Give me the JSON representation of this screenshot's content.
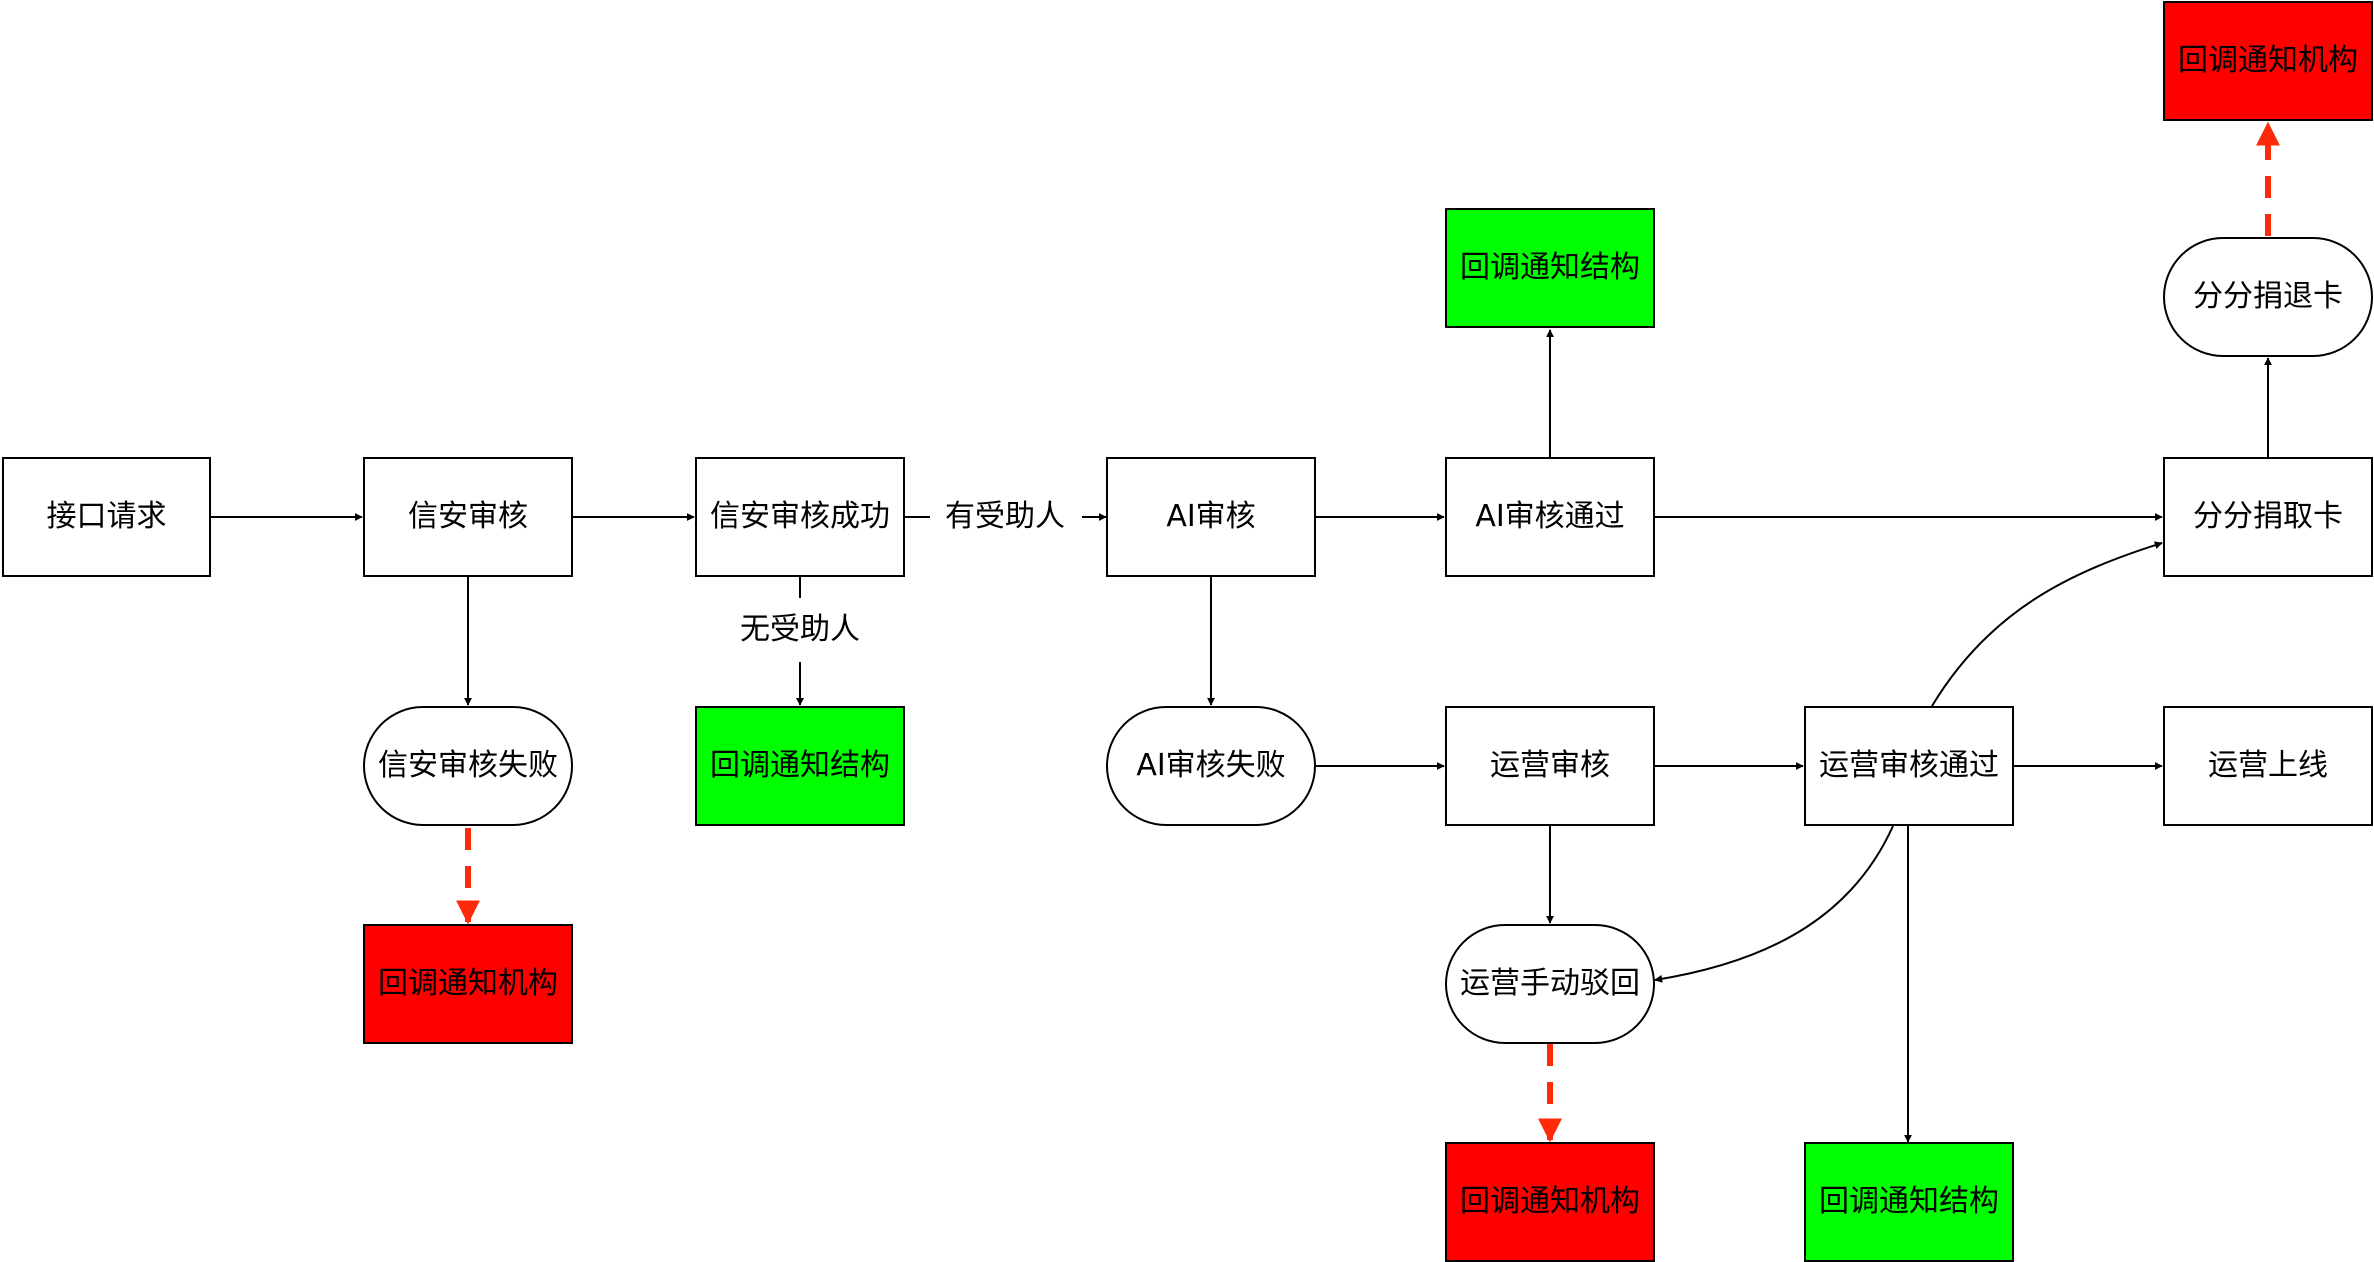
{
  "colors": {
    "stroke": "#000000",
    "success": "#00ff00",
    "failure": "#ff0000",
    "dashed_arrow": "#ff2a0a"
  },
  "nodes": {
    "request": "接口请求",
    "security_review": "信安审核",
    "security_success": "信安审核成功",
    "security_fail": "信安审核失败",
    "callback_red_1": "回调通知机构",
    "callback_green_1": "回调通知结构",
    "ai_review": "AI审核",
    "ai_pass": "AI审核通过",
    "callback_green_2": "回调通知结构",
    "ai_fail": "AI审核失败",
    "ops_review": "运营审核",
    "ops_pass": "运营审核通过",
    "ops_online": "运营上线",
    "ops_reject": "运营手动驳回",
    "callback_red_2": "回调通知机构",
    "callback_green_3": "回调通知结构",
    "card_take": "分分捐取卡",
    "card_return": "分分捐退卡",
    "callback_red_3": "回调通知机构"
  },
  "edge_labels": {
    "has_beneficiary": "有受助人",
    "no_beneficiary": "无受助人"
  }
}
